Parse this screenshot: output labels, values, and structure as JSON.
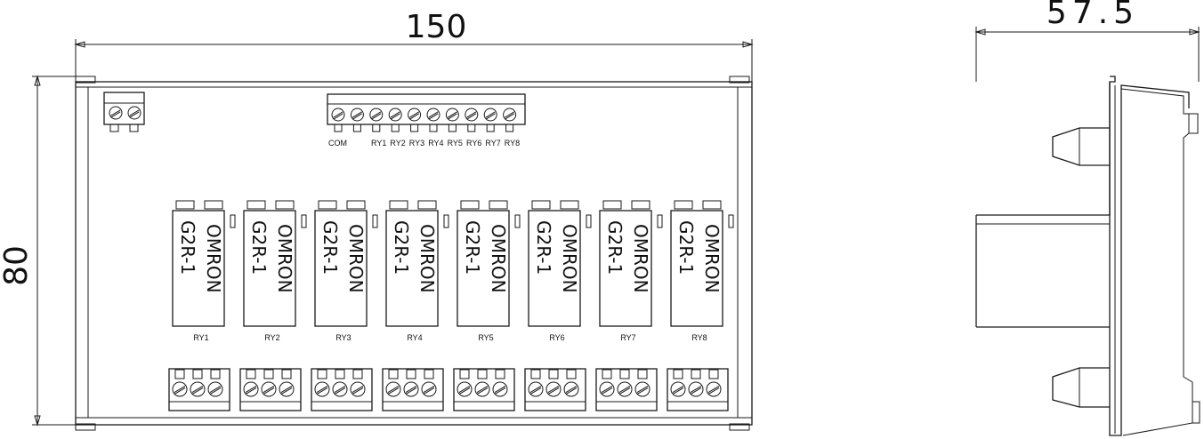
{
  "dimensions": {
    "width": "150",
    "height": "80",
    "depth": "57.5"
  },
  "top_terminal": {
    "common_label": "COM",
    "channel_labels": [
      "RY1",
      "RY2",
      "RY3",
      "RY4",
      "RY5",
      "RY6",
      "RY7",
      "RY8"
    ]
  },
  "relays": [
    {
      "label": "RY1",
      "brand": "OMRON",
      "model": "G2R-1"
    },
    {
      "label": "RY2",
      "brand": "OMRON",
      "model": "G2R-1"
    },
    {
      "label": "RY3",
      "brand": "OMRON",
      "model": "G2R-1"
    },
    {
      "label": "RY4",
      "brand": "OMRON",
      "model": "G2R-1"
    },
    {
      "label": "RY5",
      "brand": "OMRON",
      "model": "G2R-1"
    },
    {
      "label": "RY6",
      "brand": "OMRON",
      "model": "G2R-1"
    },
    {
      "label": "RY7",
      "brand": "OMRON",
      "model": "G2R-1"
    },
    {
      "label": "RY8",
      "brand": "OMRON",
      "model": "G2R-1"
    }
  ],
  "colors": {
    "stroke": "#1a1a1a",
    "background": "#ffffff"
  }
}
